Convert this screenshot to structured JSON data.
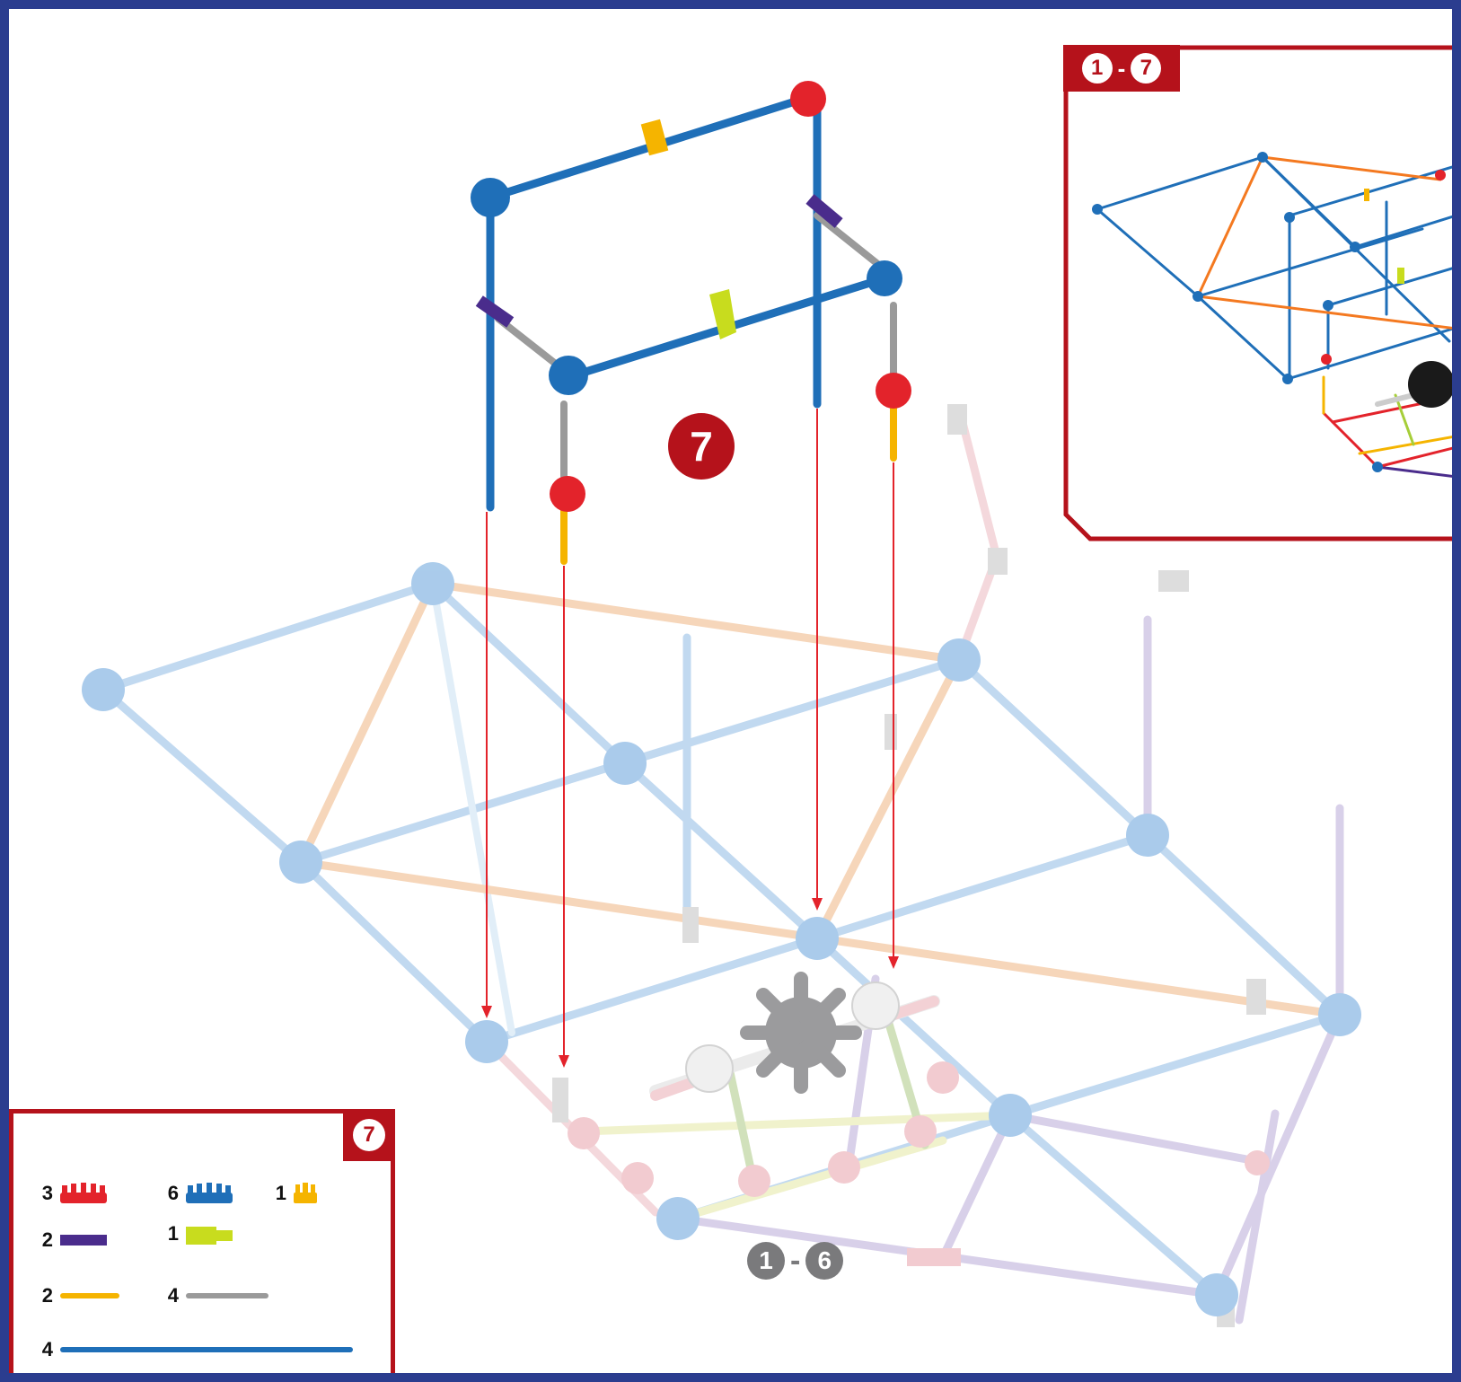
{
  "step": {
    "number": "7"
  },
  "previous_steps": {
    "from": "1",
    "to": "6"
  },
  "overview_inset": {
    "from": "1",
    "to": "7"
  },
  "parts_list": {
    "step_number": "7",
    "items": [
      {
        "qty": "3",
        "part": "red-connector-icon"
      },
      {
        "qty": "6",
        "part": "blue-connector-icon"
      },
      {
        "qty": "1",
        "part": "yellow-clip-connector-icon"
      },
      {
        "qty": "2",
        "part": "purple-rod-icon"
      },
      {
        "qty": "1",
        "part": "lime-clip-icon"
      },
      {
        "qty": "2",
        "part": "yellow-rod-icon"
      },
      {
        "qty": "4",
        "part": "gray-rod-icon"
      },
      {
        "qty": "4",
        "part": "blue-rod-icon"
      }
    ]
  },
  "colors": {
    "frame": "#2b3d8f",
    "accent": "#b5121b",
    "blue_rod": "#1f6fb8",
    "red_connector": "#e3232b",
    "purple_rod": "#4a2c8c",
    "yellow_rod": "#f5b400",
    "gray_rod": "#9a9a9a",
    "lime": "#c8dc1e",
    "guide_arrow": "#e3232b"
  }
}
